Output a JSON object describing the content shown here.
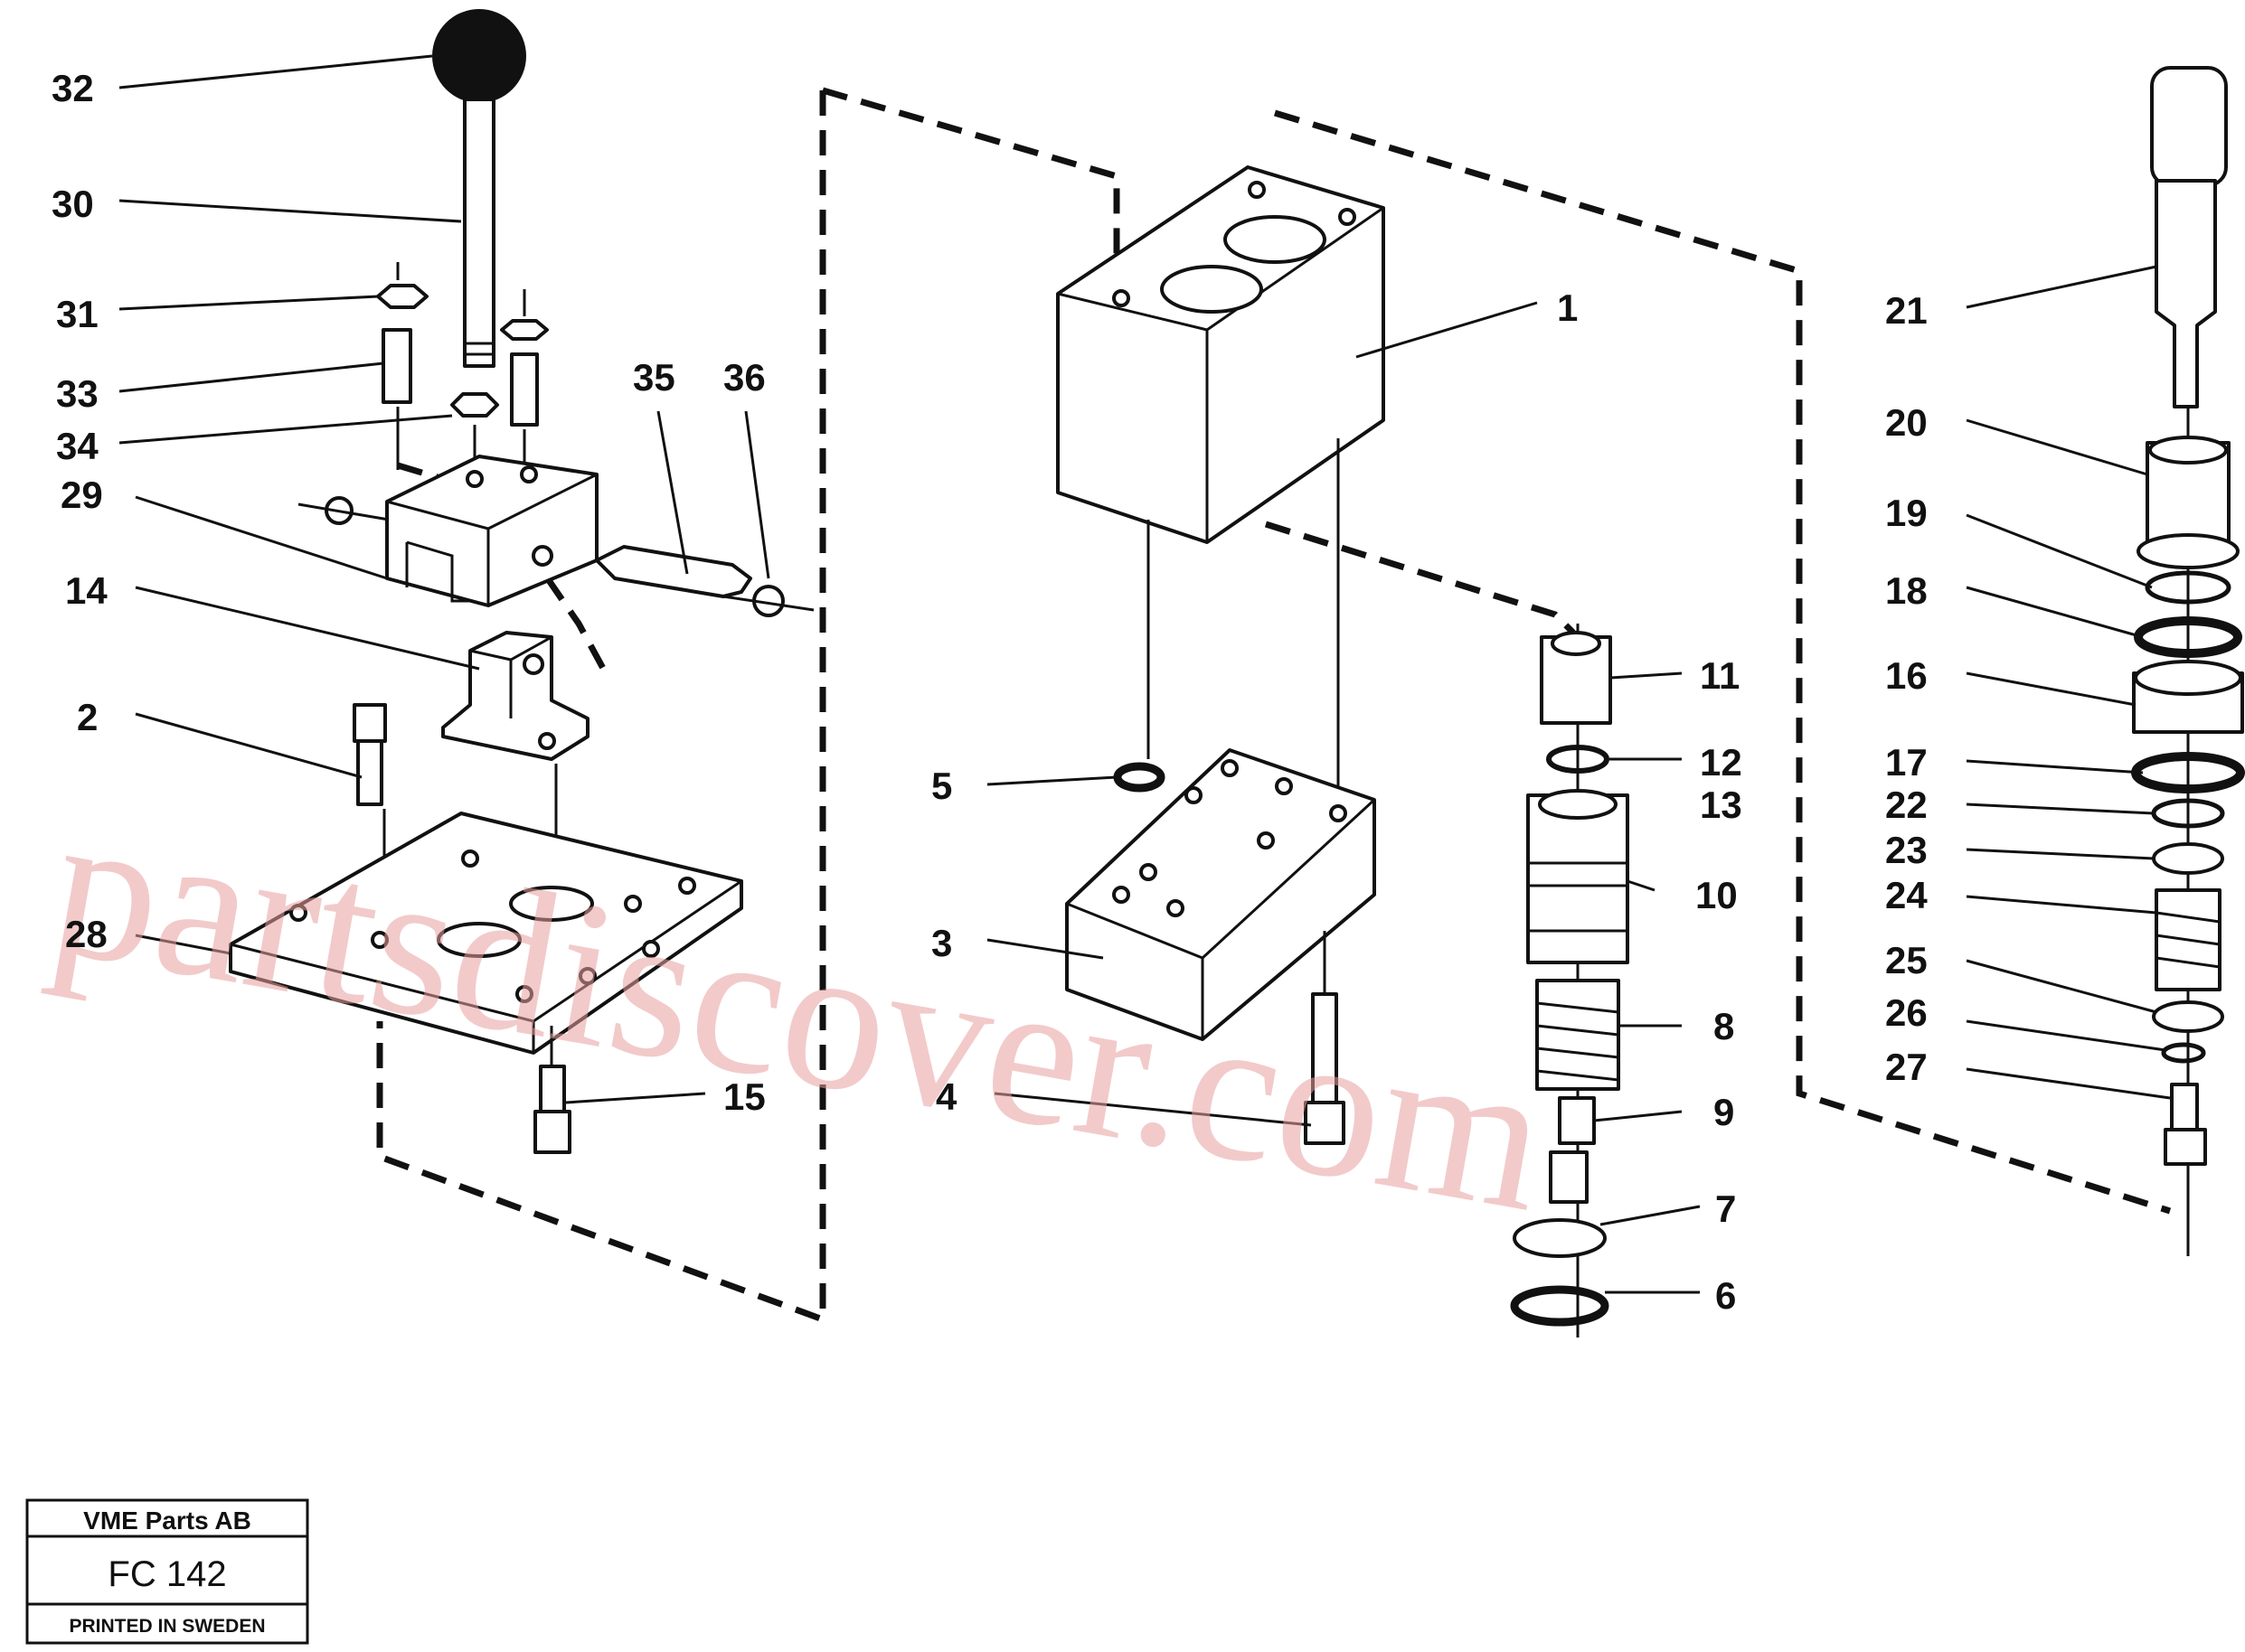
{
  "watermark": "partsdiscover.com",
  "title_box": {
    "company": "VME Parts AB",
    "code": "FC 142",
    "printed": "PRINTED IN SWEDEN"
  },
  "callouts": {
    "c32": "32",
    "c30": "30",
    "c31": "31",
    "c33": "33",
    "c34": "34",
    "c29": "29",
    "c14": "14",
    "c2": "2",
    "c28": "28",
    "c15": "15",
    "c35": "35",
    "c36": "36",
    "c1": "1",
    "c5": "5",
    "c3": "3",
    "c4": "4",
    "c11": "11",
    "c12": "12",
    "c13": "13",
    "c10": "10",
    "c8": "8",
    "c9": "9",
    "c7": "7",
    "c6": "6",
    "c21": "21",
    "c20": "20",
    "c19": "19",
    "c18": "18",
    "c16": "16",
    "c17": "17",
    "c22": "22",
    "c23": "23",
    "c24": "24",
    "c25": "25",
    "c26": "26",
    "c27": "27"
  }
}
